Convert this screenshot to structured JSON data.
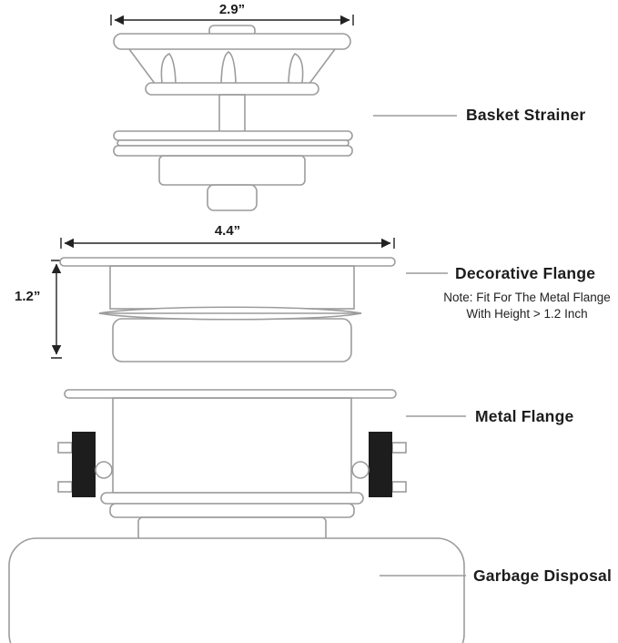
{
  "dimensions": {
    "strainer_width": "2.9”",
    "flange_width": "4.4”",
    "flange_height": "1.2”"
  },
  "parts": {
    "basket_strainer": "Basket Strainer",
    "decorative_flange": "Decorative Flange",
    "metal_flange": "Metal Flange",
    "garbage_disposal": "Garbage Disposal"
  },
  "note": {
    "line1": "Note: Fit For The Metal Flange",
    "line2": "With Height > 1.2 Inch"
  },
  "colors": {
    "line": "#9c9c9c",
    "dim": "#222222",
    "text": "#1c1c1c",
    "bolt": "#1d1d1d"
  }
}
